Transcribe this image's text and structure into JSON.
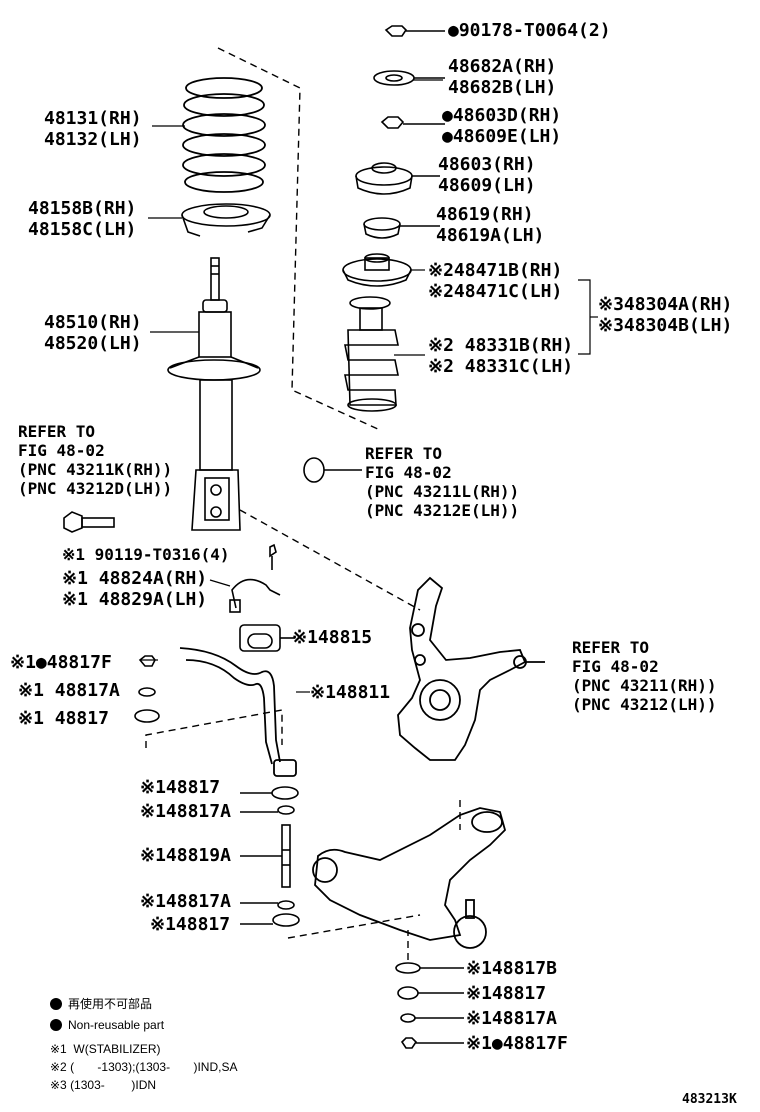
{
  "diagram_id": "483213K",
  "parts": {
    "nut_top": "●90178-T0064(2)",
    "seat_48682": [
      "48682A(RH)",
      "48682B(LH)"
    ],
    "nut_48603": [
      "●48603D(RH)",
      "●48609E(LH)"
    ],
    "support_48603": [
      "48603(RH)",
      "48609(LH)"
    ],
    "bearing_48619": [
      "48619(RH)",
      "48619A(LH)"
    ],
    "insulator_48471": [
      "※248471B(RH)",
      "※248471C(LH)"
    ],
    "kit_48304": [
      "※348304A(RH)",
      "※348304B(LH)"
    ],
    "bumper_48331": [
      "※2 48331B(RH)",
      "※2 48331C(LH)"
    ],
    "spring_48131": [
      "48131(RH)",
      "48132(LH)"
    ],
    "insulator_48158": [
      "48158B(RH)",
      "48158C(LH)"
    ],
    "absorber_48510": [
      "48510(RH)",
      "48520(LH)"
    ],
    "bolt_90119": "※1 90119-T0316(4)",
    "bracket_48824": [
      "※1 48824A(RH)",
      "※1 48829A(LH)"
    ],
    "bushing_48815": "※148815",
    "stabilizer_48811": "※148811",
    "left_stack": [
      "※1●48817F",
      "※1 48817A",
      "※1 48817"
    ],
    "link_stack": [
      "※148817",
      "※148817A",
      "※148819A",
      "※148817A",
      "※148817"
    ],
    "bottom_stack": [
      "※148817B",
      "※148817",
      "※148817A",
      "※1●48817F"
    ]
  },
  "refs": {
    "left": "REFER TO\nFIG 48-02\n(PNC 43211K(RH))\n(PNC 43212D(LH))",
    "mid": "REFER TO\nFIG 48-02\n(PNC 43211L(RH))\n(PNC 43212E(LH))",
    "right": "REFER TO\nFIG 48-02\n(PNC 43211(RH))\n(PNC 43212(LH))"
  },
  "legend": {
    "line1": "再使用不可部品",
    "line2": "Non-reusable part",
    "line3": "※1  W(STABILIZER)",
    "line4": "※2 (       -1303);(1303-       )IND,SA",
    "line5": "※3 (1303-        )IDN"
  }
}
